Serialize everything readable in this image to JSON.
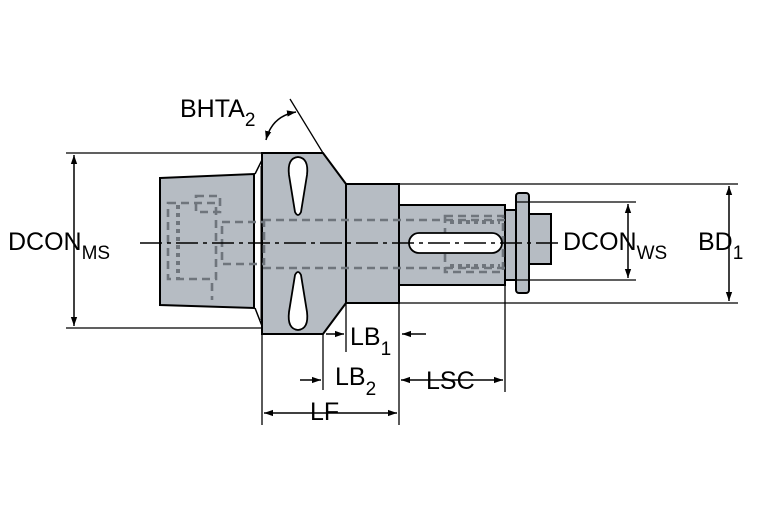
{
  "colors": {
    "body_fill": "#b6bcc3",
    "outline": "#000000",
    "hidden_line": "#6f757c",
    "background": "#ffffff"
  },
  "labels": {
    "bhta": {
      "main": "BHTA",
      "sub": "2"
    },
    "dcon_ms": {
      "main": "DCON",
      "sub": "MS"
    },
    "dcon_ws": {
      "main": "DCON",
      "sub": "WS"
    },
    "bd": {
      "main": "BD",
      "sub": "1"
    },
    "lb1": {
      "main": "LB",
      "sub": "1"
    },
    "lb2": {
      "main": "LB",
      "sub": "2"
    },
    "lsc": {
      "main": "LSC"
    },
    "lf": {
      "main": "LF"
    }
  }
}
